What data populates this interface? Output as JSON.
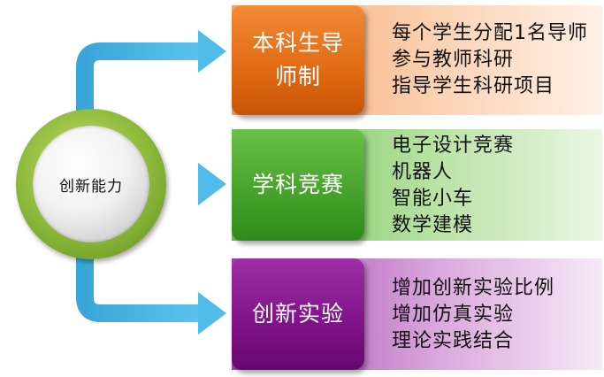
{
  "colors": {
    "connector": "#44b3e4",
    "hub_ring": "#8bb93a",
    "orange": "#e06a12",
    "green": "#45a12a",
    "purple": "#7f1288"
  },
  "hub": {
    "label": "创新能力"
  },
  "branches": [
    {
      "title": "本科生导\n师制",
      "items": [
        "每个学生分配1名导师",
        "参与教师科研",
        "指导学生科研项目"
      ]
    },
    {
      "title": "学科竞赛",
      "items": [
        "电子设计竞赛",
        "机器人",
        "智能小车",
        "数学建模"
      ]
    },
    {
      "title": "创新实验",
      "items": [
        "增加创新实验比例",
        "增加仿真实验",
        "理论实践结合"
      ]
    }
  ]
}
